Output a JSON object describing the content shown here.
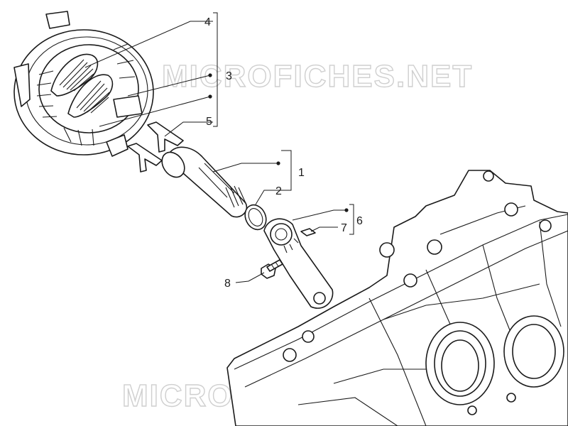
{
  "diagram": {
    "watermarks": [
      "MICROFICHES.NET",
      "MICROFICHES.NET"
    ],
    "callouts": [
      {
        "label": "4"
      },
      {
        "label": "3"
      },
      {
        "label": "5"
      },
      {
        "label": "1"
      },
      {
        "label": "2"
      },
      {
        "label": "6"
      },
      {
        "label": "7"
      },
      {
        "label": "8"
      }
    ]
  },
  "colors": {
    "ink": "#1a1a1a",
    "watermark_outline": "#cfcfcf",
    "background": "#ffffff"
  }
}
